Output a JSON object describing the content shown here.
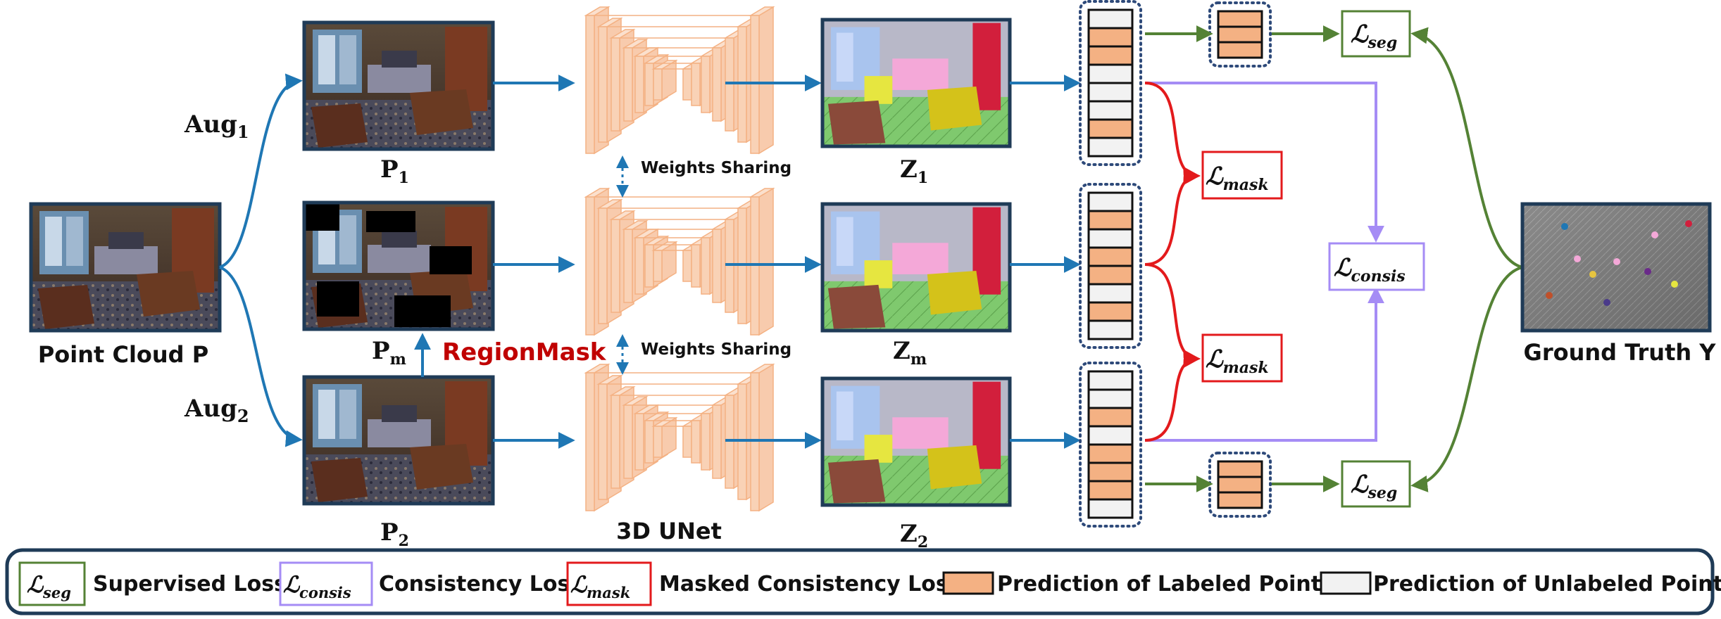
{
  "labels": {
    "point_cloud": "Point Cloud P",
    "aug1": "Aug",
    "aug1_sub": "1",
    "aug2": "Aug",
    "aug2_sub": "2",
    "p1": "P",
    "p1_sub": "1",
    "pm": "P",
    "pm_sub": "m",
    "p2": "P",
    "p2_sub": "2",
    "region_mask": "RegionMask",
    "weights_sharing_top": "Weights Sharing",
    "weights_sharing_bottom": "Weights Sharing",
    "unet": "3D UNet",
    "z1": "Z",
    "z1_sub": "1",
    "zm": "Z",
    "zm_sub": "m",
    "z2": "Z",
    "z2_sub": "2",
    "ground_truth": "Ground Truth Y"
  },
  "losses": {
    "seg": "ℒ",
    "seg_sub": "seg",
    "consis": "ℒ",
    "consis_sub": "consis",
    "mask": "ℒ",
    "mask_sub": "mask"
  },
  "legend": {
    "seg_label": "Supervised Loss",
    "consis_label": "Consistency Loss",
    "mask_label": "Masked Consistency Loss",
    "labeled_label": "Prediction of Labeled Points",
    "unlabeled_label": "Prediction of Unlabeled Points"
  },
  "colors": {
    "flow_blue": "#1f77b4",
    "seg_green": "#548235",
    "consis_purple": "#a58cf5",
    "mask_red": "#e31a1c",
    "region_mask_red": "#c00000",
    "labeled_fill": "#f4b183",
    "unlabeled_fill": "#f2f2f2",
    "unet_fill": "#f8cbad",
    "unet_stroke": "#f4b183",
    "frame_navy": "#1f3b57",
    "dotted_border": "#2e4a7a"
  },
  "column_patterns": {
    "z1": [
      0,
      1,
      1,
      0,
      0,
      0,
      1,
      0
    ],
    "zm": [
      0,
      1,
      0,
      1,
      1,
      0,
      1,
      0
    ],
    "z2": [
      0,
      0,
      1,
      0,
      1,
      1,
      1,
      0
    ]
  }
}
